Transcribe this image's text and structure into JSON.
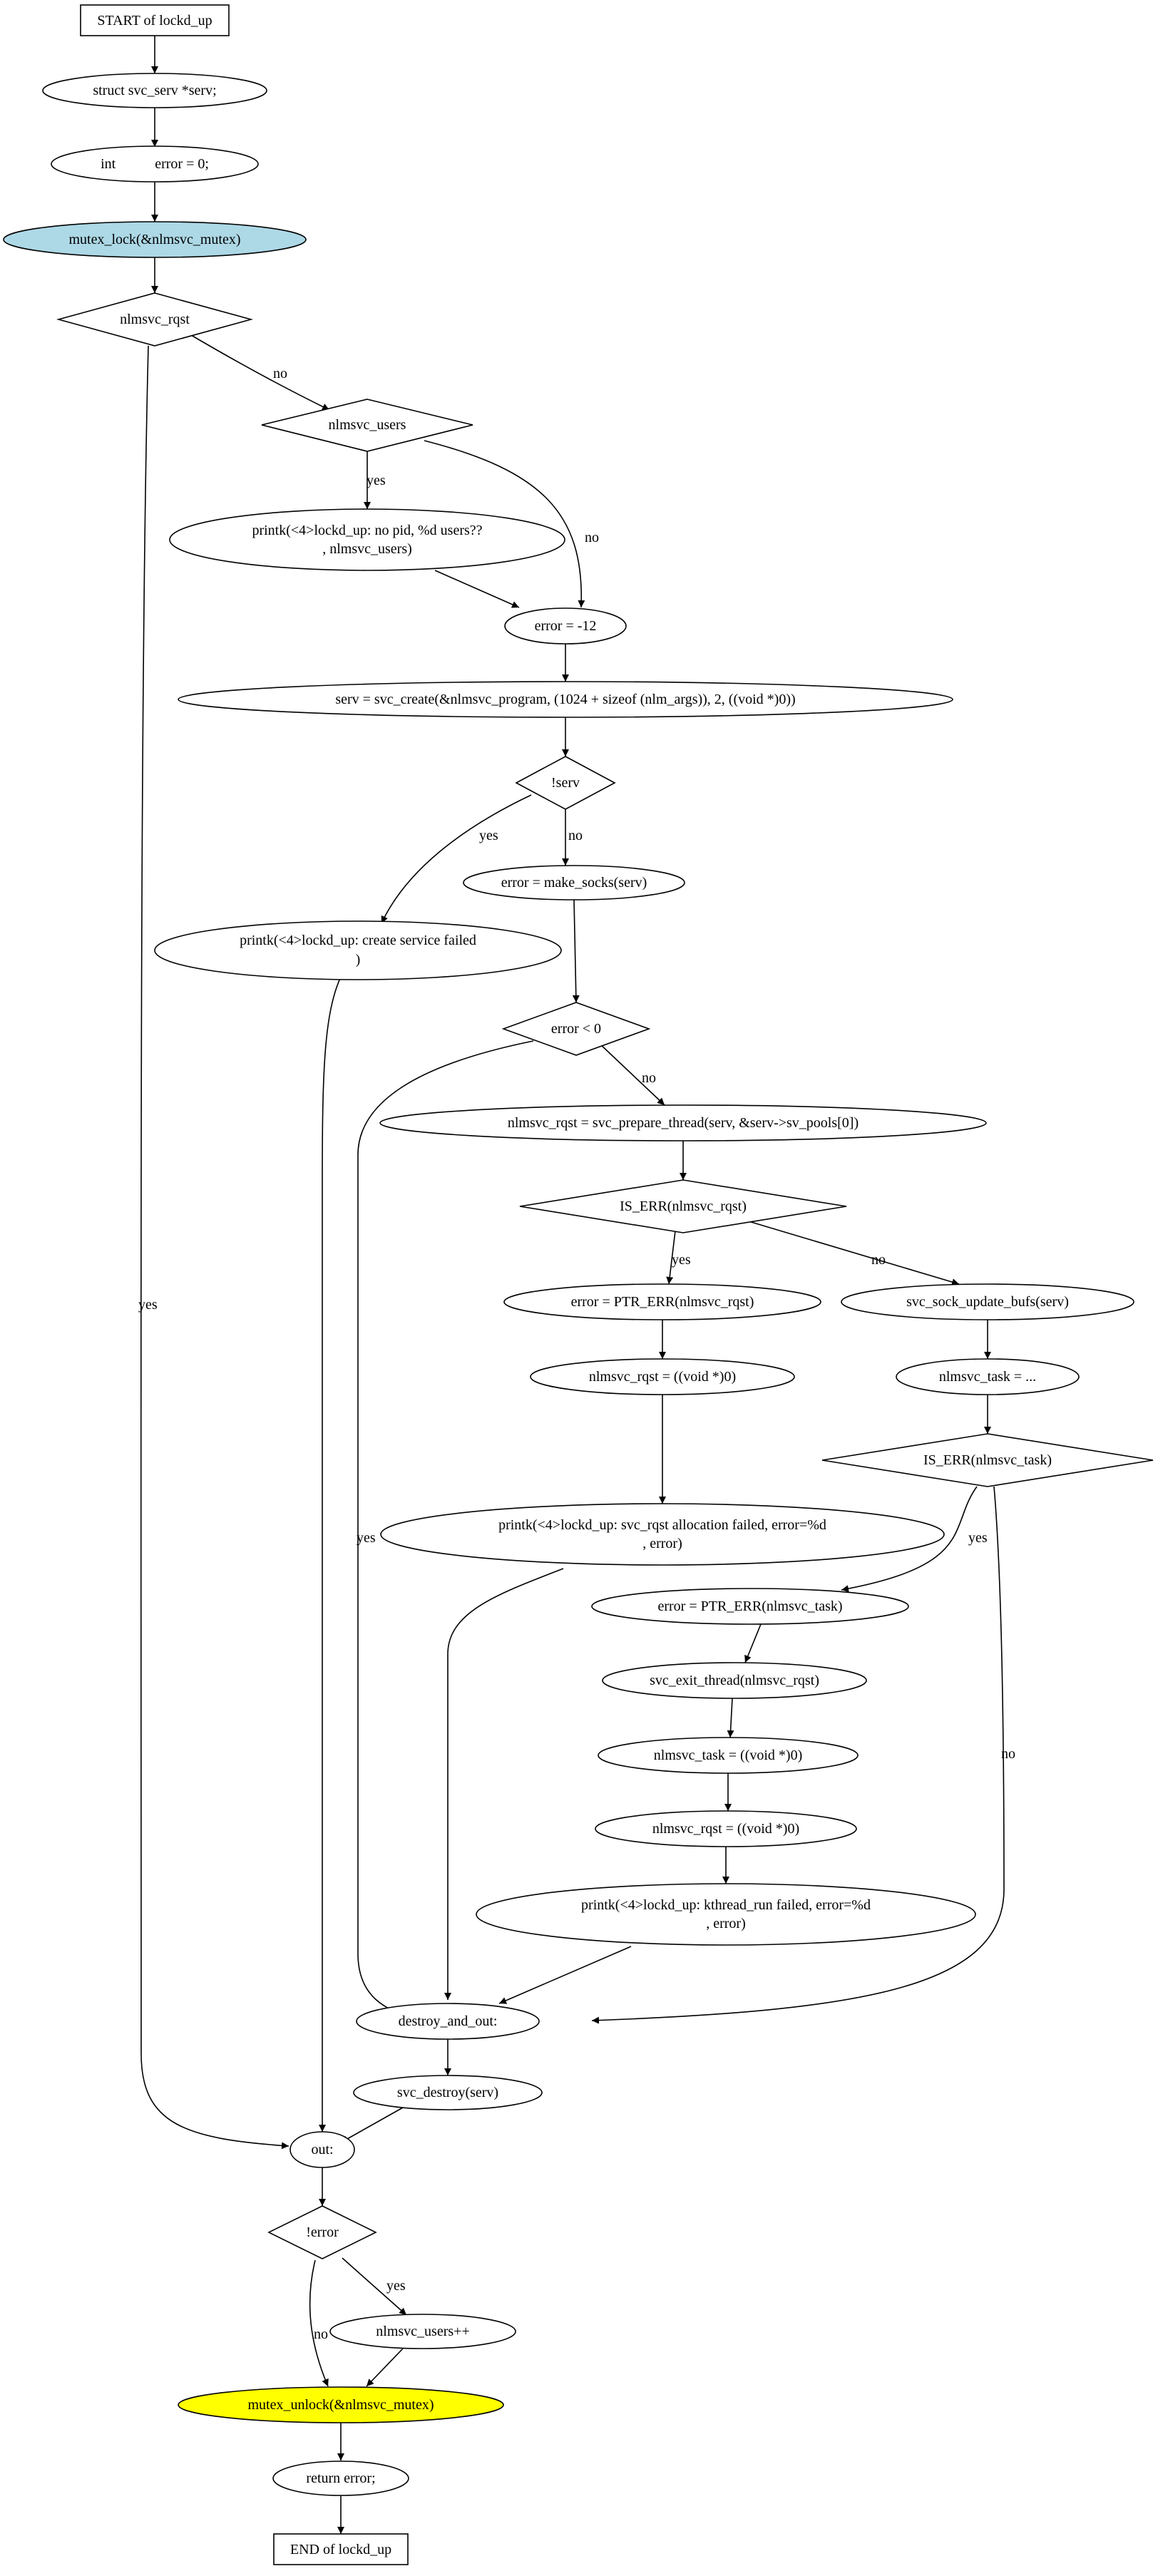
{
  "nodes": {
    "start": "START of lockd_up",
    "decl_serv": "struct svc_serv *serv;",
    "decl_error": "int           error = 0;",
    "mutex_lock": "mutex_lock(&nlmsvc_mutex)",
    "cond_rqst": "nlmsvc_rqst",
    "cond_users": "nlmsvc_users",
    "printk_nopid_1": "printk(<4>lockd_up: no pid, %d users??",
    "printk_nopid_2": ", nlmsvc_users)",
    "error_12": "error = -12",
    "serv_create": "serv = svc_create(&nlmsvc_program, (1024 + sizeof (nlm_args)), 2, ((void *)0))",
    "cond_serv": "!serv",
    "make_socks": "error = make_socks(serv)",
    "printk_create_1": "printk(<4>lockd_up: create service failed",
    "printk_create_2": ")",
    "cond_error_lt0": "error < 0",
    "prepare_thread": "nlmsvc_rqst = svc_prepare_thread(serv, &serv->sv_pools[0])",
    "cond_is_err_rqst": "IS_ERR(nlmsvc_rqst)",
    "ptr_err_rqst": "error = PTR_ERR(nlmsvc_rqst)",
    "sock_update": "svc_sock_update_bufs(serv)",
    "rqst_null_1": "nlmsvc_rqst = ((void *)0)",
    "task_assign": "nlmsvc_task = ...",
    "cond_is_err_task": "IS_ERR(nlmsvc_task)",
    "printk_alloc_1": "printk(<4>lockd_up: svc_rqst allocation failed, error=%d",
    "printk_alloc_2": ", error)",
    "ptr_err_task": "error = PTR_ERR(nlmsvc_task)",
    "exit_thread": "svc_exit_thread(nlmsvc_rqst)",
    "task_null": "nlmsvc_task = ((void *)0)",
    "rqst_null_2": "nlmsvc_rqst = ((void *)0)",
    "printk_kthread_1": "printk(<4>lockd_up: kthread_run failed, error=%d",
    "printk_kthread_2": ", error)",
    "destroy_and_out": "destroy_and_out:",
    "svc_destroy": "svc_destroy(serv)",
    "out": "out:",
    "cond_not_error": "!error",
    "users_inc": "nlmsvc_users++",
    "mutex_unlock": "mutex_unlock(&nlmsvc_mutex)",
    "return_error": "return error;",
    "end": "END of lockd_up"
  },
  "edge_labels": {
    "rqst_no": "no",
    "rqst_yes": "yes",
    "users_yes": "yes",
    "users_no": "no",
    "serv_yes": "yes",
    "serv_no": "no",
    "lt0_no": "no",
    "lt0_yes": "yes",
    "is_err_rqst_yes": "yes",
    "is_err_rqst_no": "no",
    "is_err_task_yes": "yes",
    "is_err_task_no": "no",
    "not_error_yes": "yes",
    "not_error_no": "no"
  },
  "colors": {
    "mutex_lock_fill": "#add8e6",
    "mutex_unlock_fill": "#ffff00"
  }
}
